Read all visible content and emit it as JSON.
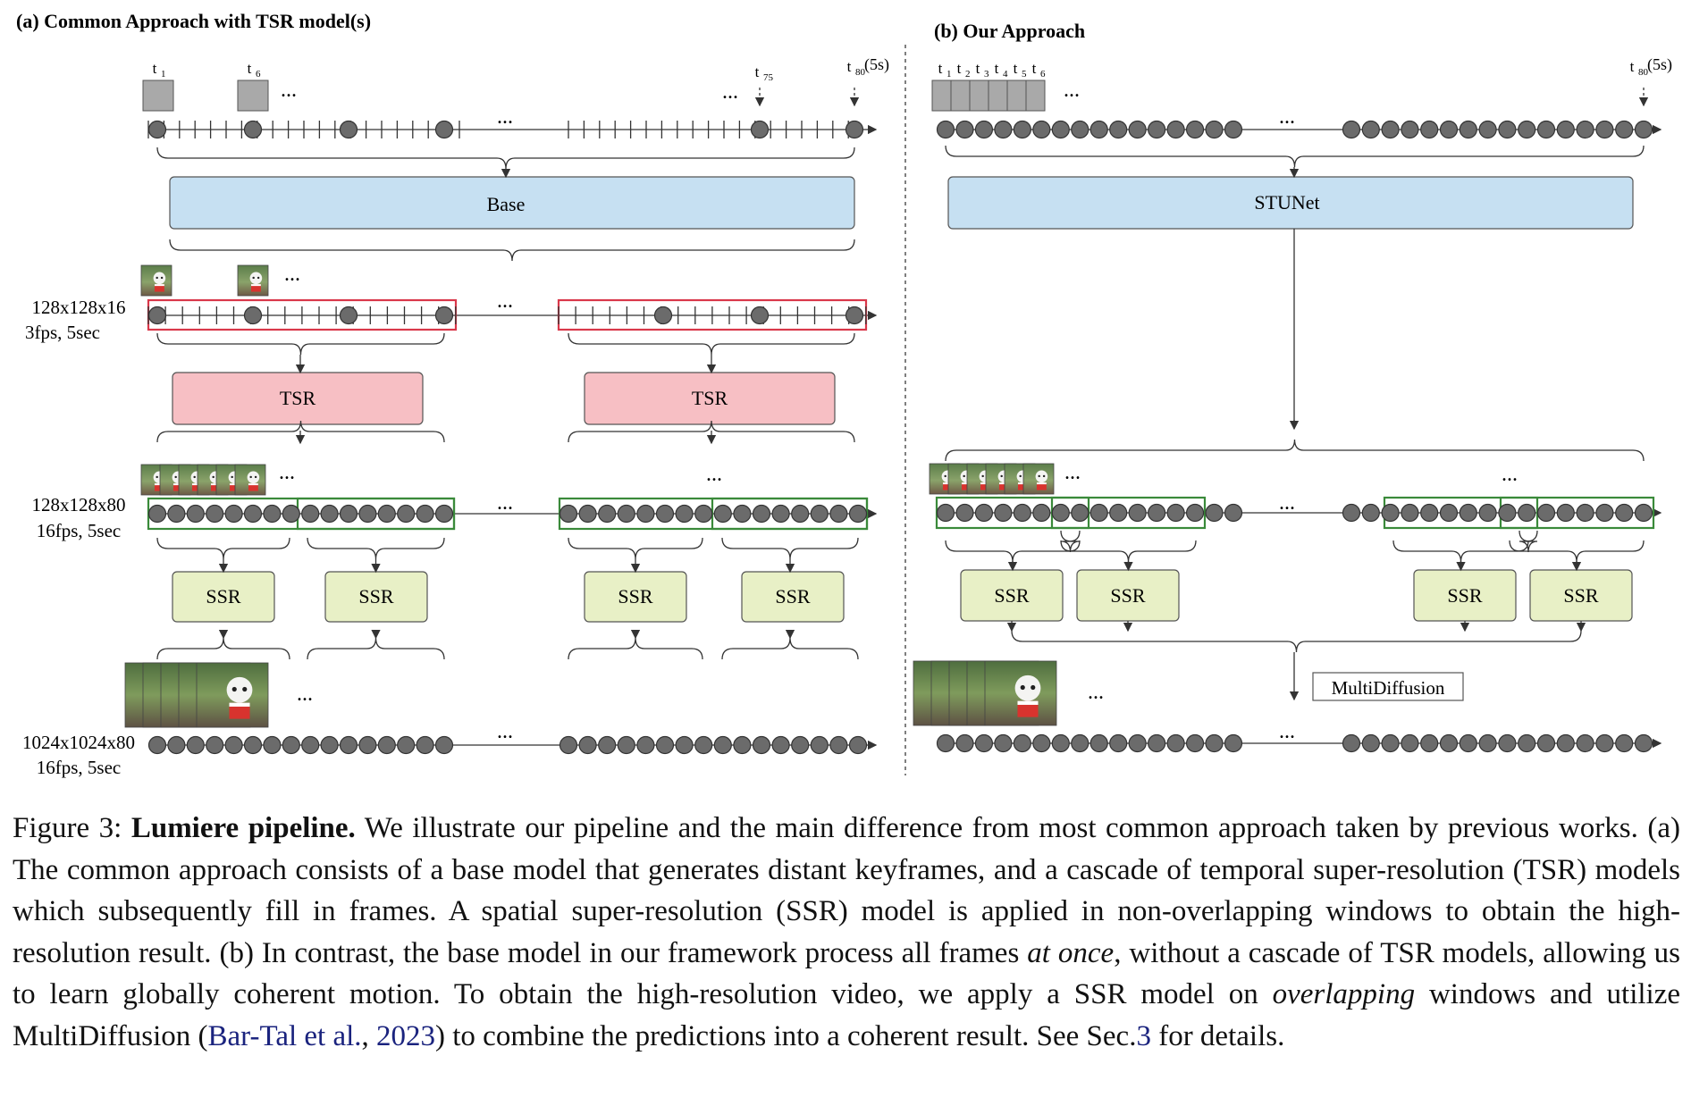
{
  "figure": {
    "panel_a": {
      "title": "(a) Common Approach with TSR model(s)",
      "time_labels": {
        "t1": "t",
        "t1_sub": "1",
        "t6": "t",
        "t6_sub": "6",
        "t75": "t",
        "t75_sub": "75",
        "t80": "t",
        "t80_sub": "80",
        "t80_suffix": "(5s)"
      },
      "base_label": "Base",
      "tsr_label": "TSR",
      "ssr_label": "SSR",
      "row1_label_l1": "128x128x16",
      "row1_label_l2": "3fps, 5sec",
      "row2_label_l1": "128x128x80",
      "row2_label_l2": "16fps, 5sec",
      "row3_label_l1": "1024x1024x80",
      "row3_label_l2": "16fps, 5sec",
      "ellipsis": "..."
    },
    "panel_b": {
      "title": "(b) Our Approach",
      "time_labels": [
        "1",
        "2",
        "3",
        "4",
        "5",
        "6"
      ],
      "t_letter": "t",
      "t80_sub": "80",
      "t80_suffix": "(5s)",
      "stunet_label": "STUNet",
      "ssr_label": "SSR",
      "multidiffusion_label": "MultiDiffusion",
      "ellipsis": "..."
    }
  },
  "caption": {
    "label": "Figure 3:",
    "title": "Lumiere pipeline.",
    "part1": "We illustrate our pipeline and the main difference from most common approach taken by previous works. (a) The common approach consists of a base model that generates distant keyframes, and a cascade of temporal super-resolution (TSR) models which subsequently fill in frames. A spatial super-resolution (SSR) model is applied in non-overlapping windows to obtain the high-resolution result. (b) In contrast, the base model in our framework process all frames",
    "at_once": "at once",
    "part2": ", without a cascade of TSR models, allowing us to learn globally coherent motion. To obtain the high-resolution video, we apply a SSR model on",
    "overlapping": "overlapping",
    "part3": "windows and utilize MultiDiffusion (",
    "cite_authors": "Bar-Tal et al.",
    "cite_sep": ", ",
    "cite_year": "2023",
    "part4": ") to combine the predictions into a coherent result. See Sec.",
    "sec_ref": "3",
    "part5": " for details."
  },
  "colors": {
    "base_fill": "#c6e0f2",
    "tsr_fill": "#f7bfc4",
    "ssr_fill": "#e8f0c6",
    "red_box": "#d9384a",
    "green_box": "#3a8a3a",
    "frame_gray": "#6b6b6b",
    "cite_blue": "#1a237e"
  }
}
